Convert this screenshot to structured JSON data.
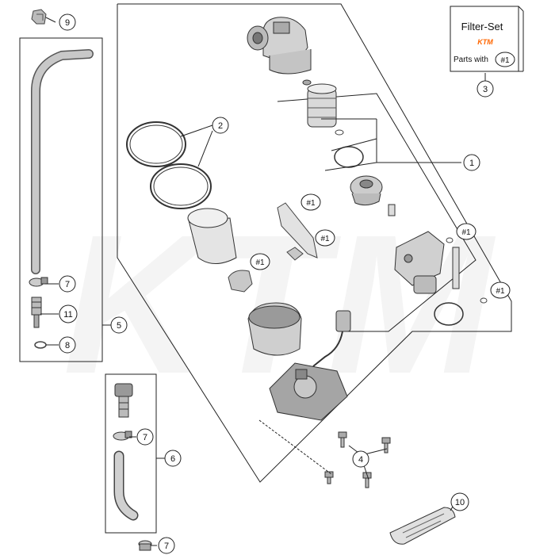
{
  "watermark": "KTM",
  "callouts": {
    "c1": "1",
    "c2": "2",
    "c3": "3",
    "c4": "4",
    "c5": "5",
    "c6": "6",
    "c7a": "7",
    "c7b": "7",
    "c7c": "7",
    "c8": "8",
    "c9": "9",
    "c10": "10",
    "c11": "11"
  },
  "refs": {
    "r1": "#1",
    "r2": "#1",
    "r3": "#1",
    "r4": "#1",
    "r5": "#1"
  },
  "filter_set": {
    "title": "Filter-Set",
    "brand": "KTM",
    "parts_with": "Parts with",
    "ref": "#1"
  }
}
